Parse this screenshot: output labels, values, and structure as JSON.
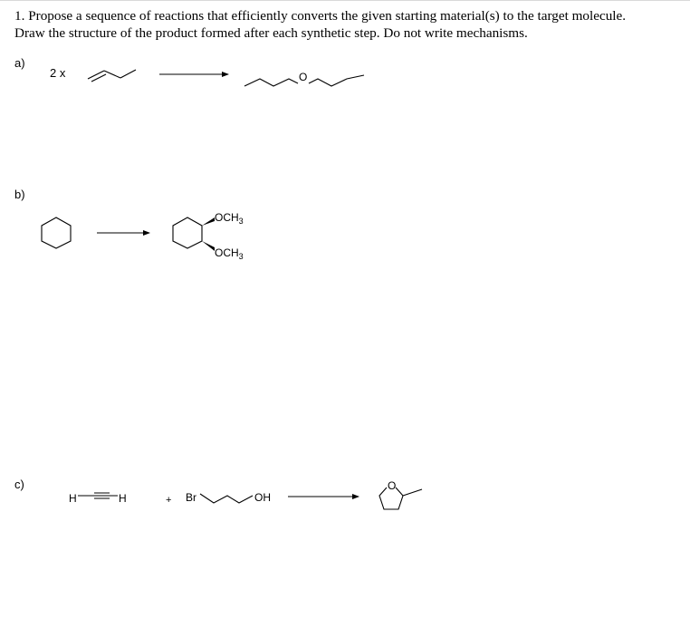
{
  "question": {
    "line1": "1. Propose a sequence of reactions that efficiently converts the given starting material(s) to the target molecule.",
    "line2": "Draw the structure of the product formed after each synthetic step. Do not write mechanisms."
  },
  "part_a": {
    "label": "a)",
    "multiplier": "2 x",
    "ether_o": "O"
  },
  "part_b": {
    "label": "b)",
    "och3_top": "OCH",
    "och3_bottom": "OCH",
    "sub": "3"
  },
  "part_c": {
    "label": "c)",
    "acetylene_h_left": "H",
    "acetylene_h_right": "H",
    "plus": "+",
    "br": "Br",
    "oh": "OH",
    "ring_o": "O"
  }
}
